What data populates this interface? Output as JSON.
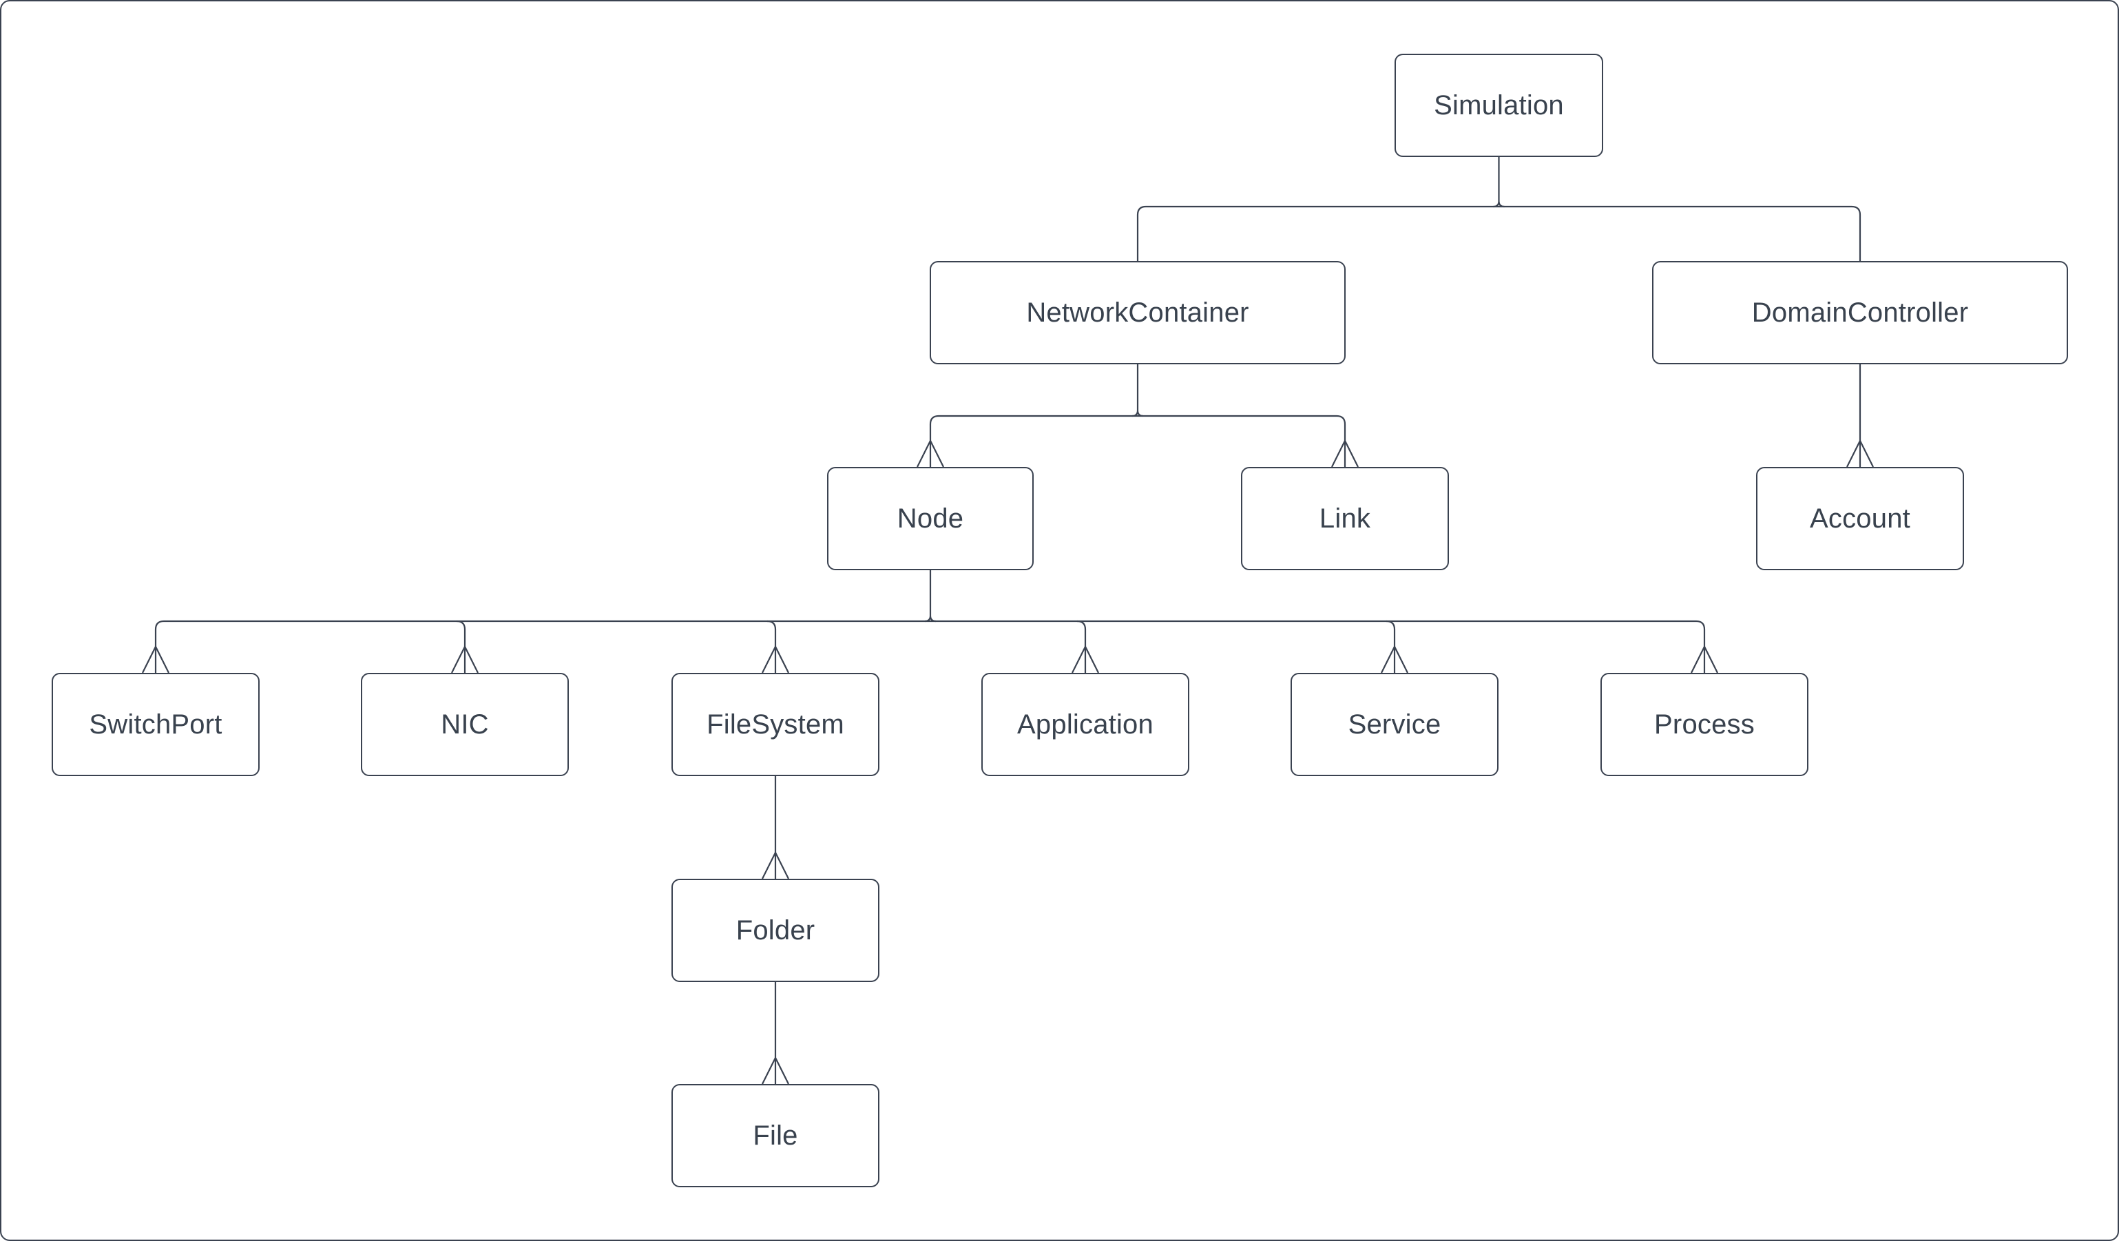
{
  "diagram": {
    "type": "hierarchy-tree",
    "background": "#ffffff",
    "colors": {
      "line": "#3a4250",
      "text": "#39424e",
      "node_fill": "#ffffff"
    },
    "arrowhead_style": "open-triangle-pointing-up-at-child-top",
    "nodes": {
      "simulation": {
        "label": "Simulation"
      },
      "networkcontainer": {
        "label": "NetworkContainer"
      },
      "domaincontroller": {
        "label": "DomainController"
      },
      "node": {
        "label": "Node"
      },
      "link": {
        "label": "Link"
      },
      "account": {
        "label": "Account"
      },
      "switchport": {
        "label": "SwitchPort"
      },
      "nic": {
        "label": "NIC"
      },
      "filesystem": {
        "label": "FileSystem"
      },
      "application": {
        "label": "Application"
      },
      "service": {
        "label": "Service"
      },
      "process": {
        "label": "Process"
      },
      "folder": {
        "label": "Folder"
      },
      "file": {
        "label": "File"
      }
    },
    "edges": [
      {
        "from": "Simulation",
        "to": "NetworkContainer",
        "arrowhead": false
      },
      {
        "from": "Simulation",
        "to": "DomainController",
        "arrowhead": false
      },
      {
        "from": "NetworkContainer",
        "to": "Node",
        "arrowhead": true
      },
      {
        "from": "NetworkContainer",
        "to": "Link",
        "arrowhead": true
      },
      {
        "from": "DomainController",
        "to": "Account",
        "arrowhead": true
      },
      {
        "from": "Node",
        "to": "SwitchPort",
        "arrowhead": true
      },
      {
        "from": "Node",
        "to": "NIC",
        "arrowhead": true
      },
      {
        "from": "Node",
        "to": "FileSystem",
        "arrowhead": true
      },
      {
        "from": "Node",
        "to": "Application",
        "arrowhead": true
      },
      {
        "from": "Node",
        "to": "Service",
        "arrowhead": true
      },
      {
        "from": "Node",
        "to": "Process",
        "arrowhead": true
      },
      {
        "from": "FileSystem",
        "to": "Folder",
        "arrowhead": true
      },
      {
        "from": "Folder",
        "to": "File",
        "arrowhead": true
      }
    ]
  }
}
